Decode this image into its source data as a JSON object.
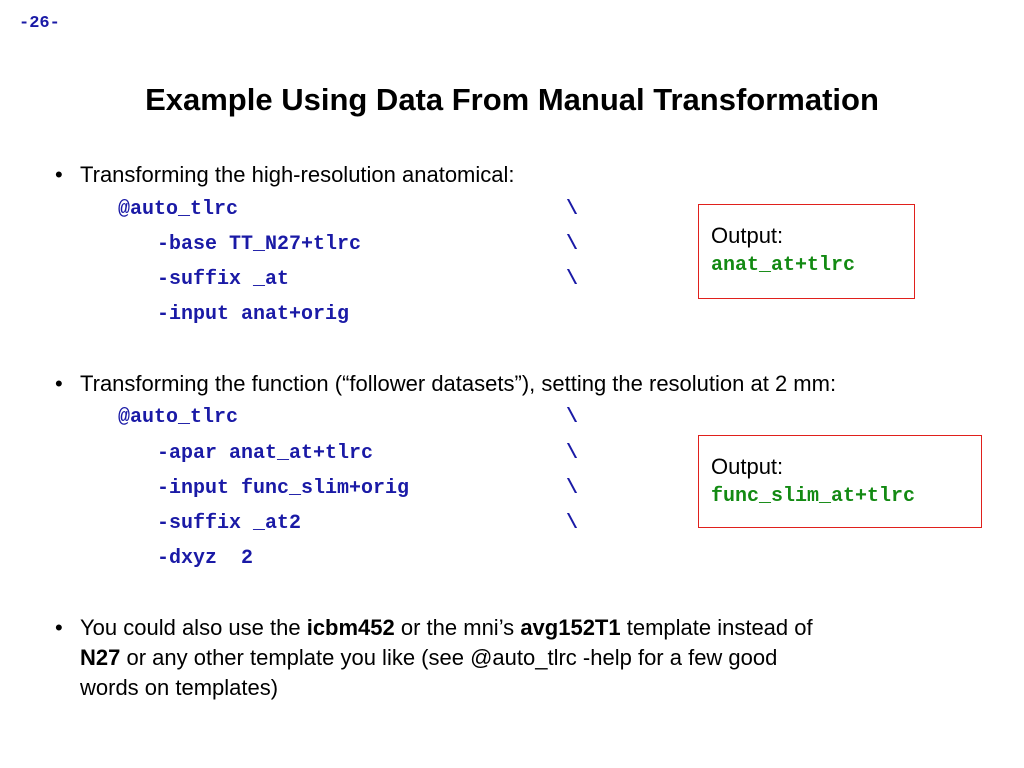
{
  "page_number": "-26-",
  "title": "Example Using Data From Manual Transformation",
  "bullets": [
    {
      "marker": "•",
      "text": "Transforming the high-resolution anatomical:",
      "code_lines": [
        {
          "text": "@auto_tlrc",
          "cont": "\\"
        },
        {
          "text": "-base TT_N27+tlrc",
          "cont": "\\"
        },
        {
          "text": "-suffix _at",
          "cont": "\\"
        },
        {
          "text": "-input anat+orig",
          "cont": ""
        }
      ],
      "output": {
        "label": "Output:",
        "value": "anat_at+tlrc"
      }
    },
    {
      "marker": "•",
      "text": "Transforming the function (“follower datasets”), setting the resolution at 2 mm:",
      "code_lines": [
        {
          "text": "@auto_tlrc",
          "cont": "\\"
        },
        {
          "text": "-apar anat_at+tlrc",
          "cont": "\\"
        },
        {
          "text": "-input func_slim+orig",
          "cont": "\\"
        },
        {
          "text": "-suffix _at2",
          "cont": "\\"
        },
        {
          "text": "-dxyz  2",
          "cont": ""
        }
      ],
      "output": {
        "label": "Output:",
        "value": "func_slim_at+tlrc"
      }
    },
    {
      "marker": "•",
      "parts": [
        {
          "text": "You could also use the ",
          "bold": false
        },
        {
          "text": "icbm452",
          "bold": true
        },
        {
          "text": " or the mni’s ",
          "bold": false
        },
        {
          "text": "avg152T1",
          "bold": true
        },
        {
          "text": " template instead of",
          "bold": false
        },
        {
          "text": "N27",
          "bold": true
        },
        {
          "text": " or any other template you like (see @auto_tlrc -help for a few good",
          "bold": false
        },
        {
          "text": "words on templates)",
          "bold": false
        }
      ]
    }
  ],
  "colors": {
    "code": "#1a1aa6",
    "output_value": "#138a13",
    "box_border": "#e0201c"
  }
}
